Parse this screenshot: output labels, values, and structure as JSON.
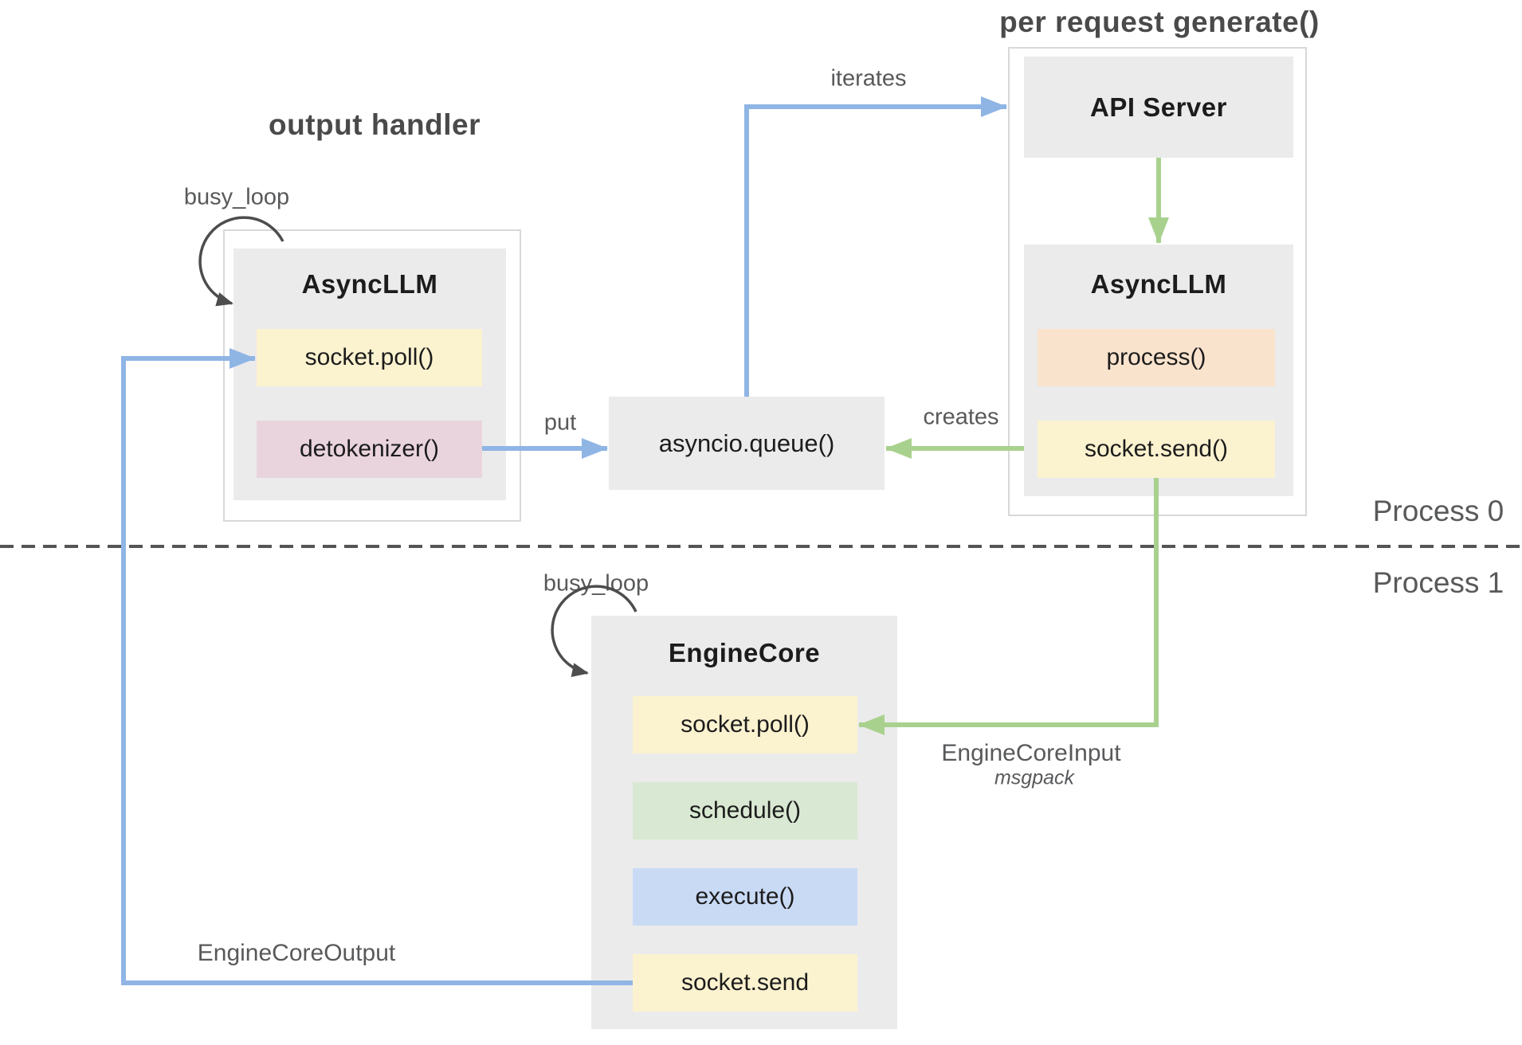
{
  "titles": {
    "output_handler": "output handler",
    "per_request": "per request generate()"
  },
  "labels": {
    "busy_loop": "busy_loop",
    "iterates": "iterates",
    "put": "put",
    "creates": "creates",
    "engine_core_input": "EngineCoreInput",
    "msgpack": "msgpack",
    "engine_core_output": "EngineCoreOutput",
    "process0": "Process 0",
    "process1": "Process 1"
  },
  "nodes": {
    "async_llm_left": {
      "title": "AsyncLLM",
      "rows": [
        {
          "label": "socket.poll()"
        },
        {
          "label": "detokenizer()"
        }
      ]
    },
    "api_server": {
      "title": "API Server"
    },
    "async_llm_right": {
      "title": "AsyncLLM",
      "rows": [
        {
          "label": "process()"
        },
        {
          "label": "socket.send()"
        }
      ]
    },
    "queue": {
      "label": "asyncio.queue()"
    },
    "engine_core": {
      "title": "EngineCore",
      "rows": [
        {
          "label": "socket.poll()"
        },
        {
          "label": "schedule()"
        },
        {
          "label": "execute()"
        },
        {
          "label": "socket.send"
        }
      ]
    }
  },
  "colors": {
    "arrow_blue": "#8fb5e5",
    "arrow_green": "#a9d18e",
    "fill_yellow": "#fbf2cf",
    "fill_pink": "#e9d4dd",
    "fill_peach": "#fae3cd",
    "fill_green": "#d9e8d2",
    "fill_blue": "#c9daf5",
    "fill_gray": "#ebebeb",
    "container_border": "#d8d8d8",
    "text_dark": "#1c1c1c",
    "text_gray": "#58595b",
    "title_gray": "#4a4a4a",
    "arc_gray": "#4d4d4d",
    "divider_gray": "#555555"
  }
}
